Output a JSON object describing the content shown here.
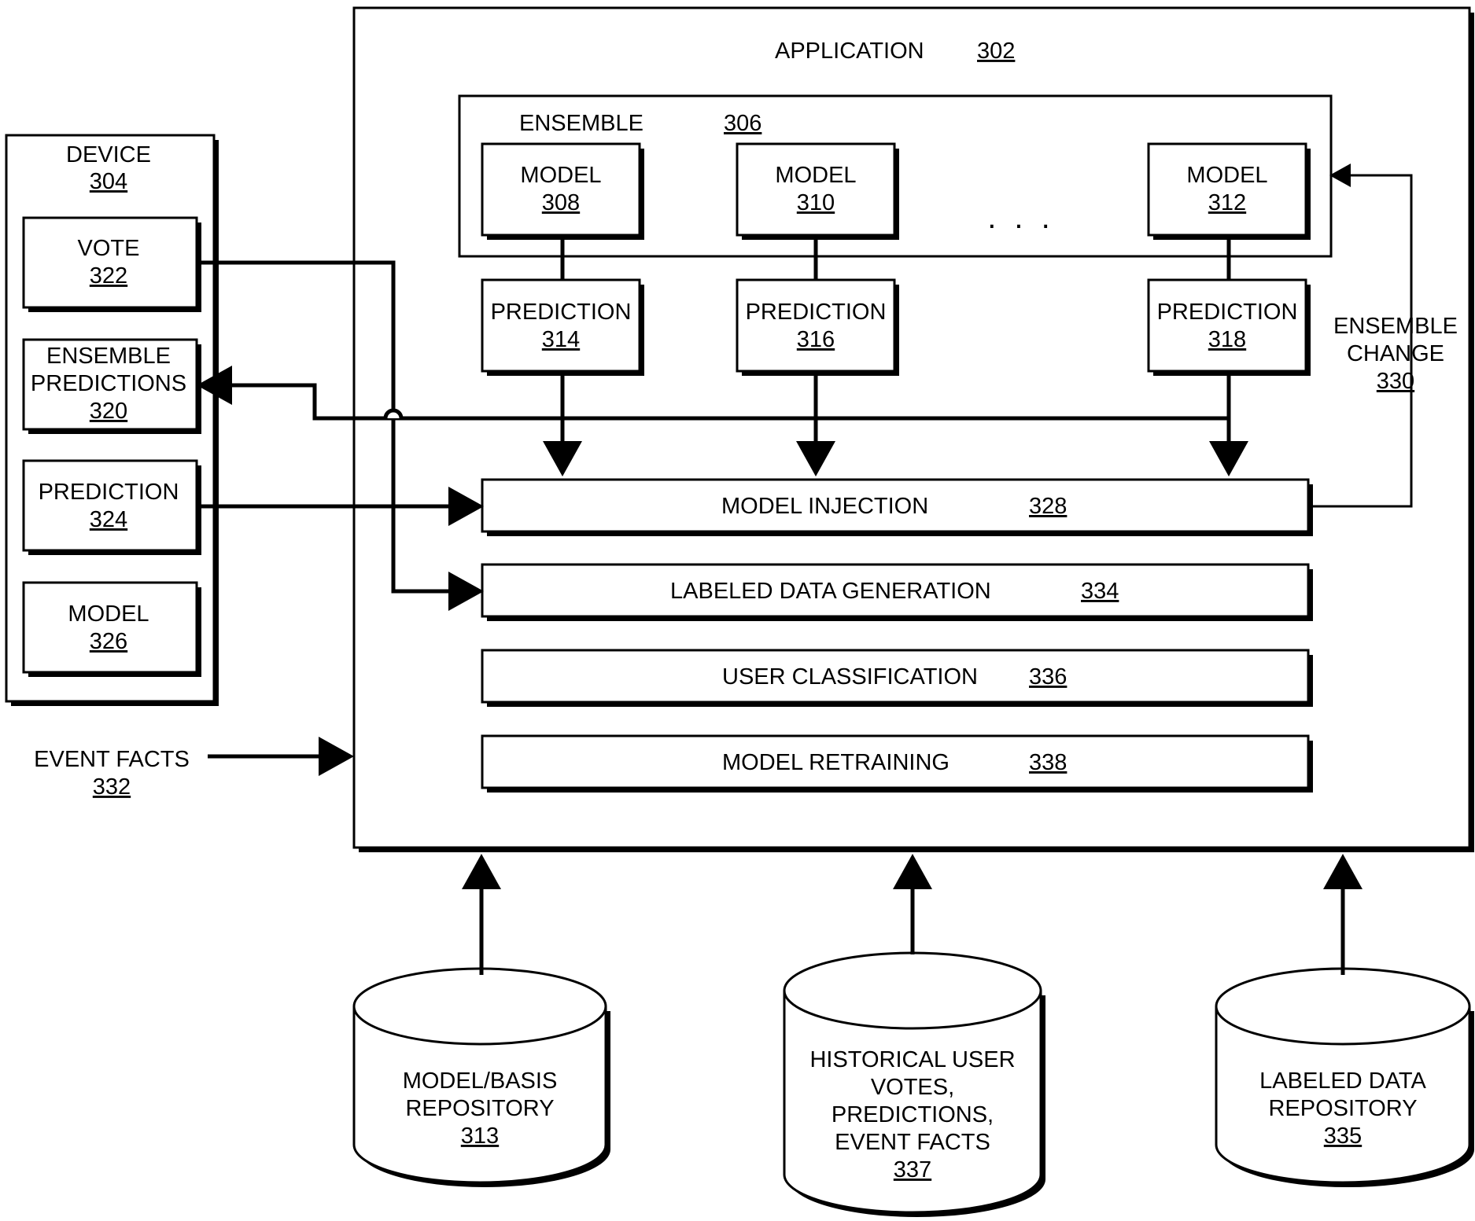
{
  "application": {
    "label": "APPLICATION",
    "ref": "302"
  },
  "ensemble": {
    "label": "ENSEMBLE",
    "ref": "306"
  },
  "ellipsis": ". . .",
  "models": [
    {
      "label": "MODEL",
      "ref": "308"
    },
    {
      "label": "MODEL",
      "ref": "310"
    },
    {
      "label": "MODEL",
      "ref": "312"
    }
  ],
  "predictions": [
    {
      "label": "PREDICTION",
      "ref": "314"
    },
    {
      "label": "PREDICTION",
      "ref": "316"
    },
    {
      "label": "PREDICTION",
      "ref": "318"
    }
  ],
  "ensemble_change": {
    "line1": "ENSEMBLE",
    "line2": "CHANGE",
    "ref": "330"
  },
  "modules": [
    {
      "label": "MODEL INJECTION",
      "ref": "328"
    },
    {
      "label": "LABELED DATA GENERATION",
      "ref": "334"
    },
    {
      "label": "USER CLASSIFICATION",
      "ref": "336"
    },
    {
      "label": "MODEL RETRAINING",
      "ref": "338"
    }
  ],
  "device": {
    "label": "DEVICE",
    "ref": "304",
    "vote": {
      "label": "VOTE",
      "ref": "322"
    },
    "ensemble_predictions": {
      "line1": "ENSEMBLE",
      "line2": "PREDICTIONS",
      "ref": "320"
    },
    "prediction": {
      "label": "PREDICTION",
      "ref": "324"
    },
    "model": {
      "label": "MODEL",
      "ref": "326"
    }
  },
  "event_facts": {
    "label": "EVENT FACTS",
    "ref": "332"
  },
  "repositories": [
    {
      "lines": [
        "MODEL/BASIS",
        "REPOSITORY"
      ],
      "ref": "313"
    },
    {
      "lines": [
        "HISTORICAL USER",
        "VOTES,",
        "PREDICTIONS,",
        "EVENT FACTS"
      ],
      "ref": "337"
    },
    {
      "lines": [
        "LABELED DATA",
        "REPOSITORY"
      ],
      "ref": "335"
    }
  ]
}
